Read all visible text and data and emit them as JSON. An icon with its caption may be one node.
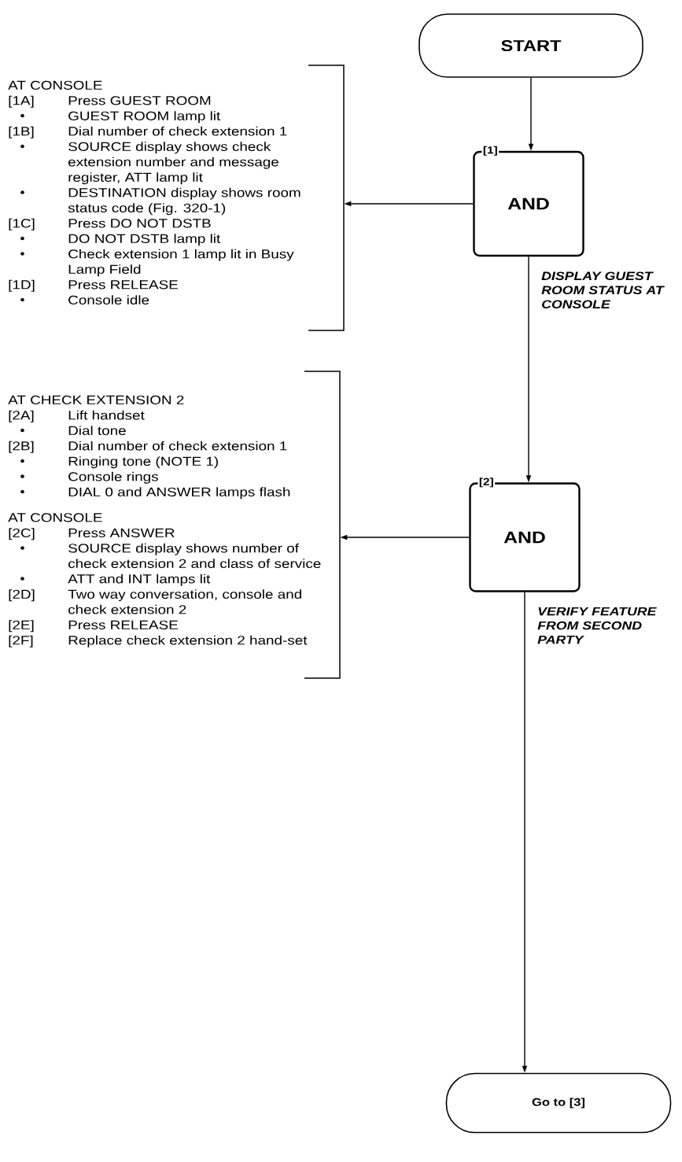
{
  "diagram": {
    "nodes": [
      {
        "text": [
          "START"
        ]
      },
      {
        "text": [
          "[1]",
          "AND"
        ]
      },
      {
        "text": [
          "AT CONSOLE",
          "[1A]",
          "Press GUEST ROOM",
          "GUEST ROOM lamp lit",
          "[1B]",
          "Dial number of check extension 1",
          "SOURCE display shows check extension number and message register, ATT lamp lit",
          "DESTINATION display shows room status code (Fig. 320-1)",
          "[1C]",
          "Press DO NOT DSTB",
          "DO NOT DSTB lamp lit",
          "Check extension 1 lamp lit in Busy Lamp Field",
          "[1D]",
          "Press RELEASE",
          "Console idle"
        ]
      },
      {
        "text": [
          "[2]",
          "AND"
        ]
      },
      {
        "text": [
          "AT CHECK EXTENSION 2",
          "[2A]",
          "Lift handset",
          "Dial tone",
          "[2B]",
          "Dial number of check extension 1",
          "Ringing tone (NOTE 1)",
          "Console rings",
          "DIAL 0 and ANSWER lamps flash",
          "AT CONSOLE",
          "[2C]",
          "Press ANSWER",
          "SOURCE display shows number of check extension 2 and class of service",
          "ATT and INT lamps lit",
          "[2D]",
          "Two way conversation, console and check extension 2",
          "[2E]",
          "Press RELEASE",
          "[2F]",
          "Replace check extension 2 hand-set"
        ]
      },
      {
        "text": [
          "Go to [3]"
        ]
      }
    ],
    "edges": [
      {
        "from": 0,
        "to": 1,
        "arrow": "to"
      },
      {
        "from": 1,
        "to": 2,
        "arrow": "to"
      },
      {
        "from": 1,
        "to": 3,
        "arrow": "to",
        "label": "DISPLAY GUEST ROOM STATUS AT CONSOLE"
      },
      {
        "from": 3,
        "to": 4,
        "arrow": "to"
      },
      {
        "from": 3,
        "to": 5,
        "arrow": "to",
        "label": "VERIFY FEATURE FROM SECOND PARTY"
      }
    ]
  }
}
